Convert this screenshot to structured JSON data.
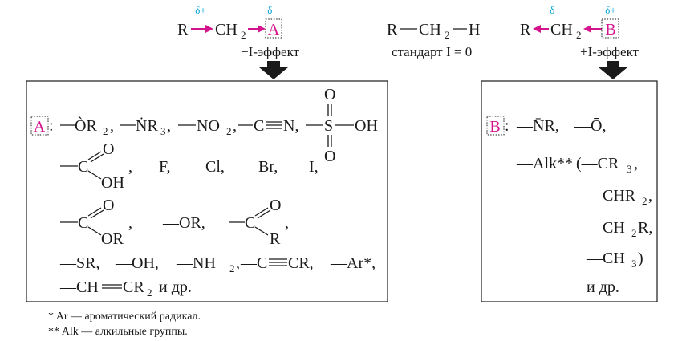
{
  "header": {
    "delta_plus": "δ+",
    "delta_minus": "δ−",
    "group_R": "R",
    "group_CH2": "CH",
    "sub_2": "2",
    "group_H": "H",
    "label_A": "A",
    "label_B": "B",
    "effect_minus": "−I-эффект",
    "effect_plus": "+I-эффект",
    "standard": "стандарт I = 0"
  },
  "box_a": {
    "row1": {
      "or2": "ÒR",
      "nr3": "ṄR",
      "sub_3": "3",
      "no2": "NO",
      "cn_c": "C",
      "cn_n": "N,",
      "s": "S",
      "oh": "OH",
      "o": "O"
    },
    "row2": {
      "c": "C",
      "o": "O",
      "oh": "OH",
      "halides": [
        "—F,",
        "—Cl,",
        "—Br,",
        "—I,"
      ]
    },
    "row3": {
      "c": "C",
      "o": "O",
      "or": "OR",
      "or_simple": "—OR,",
      "r": "R"
    },
    "row4": [
      "—SR,",
      "—OH,",
      "—NH",
      "—C",
      "CR,",
      "—Ar*,"
    ],
    "row5": {
      "ch": "—CH",
      "cr2": "CR",
      "tail": "и др."
    }
  },
  "box_b": {
    "nr": "—N̄R,",
    "o": "—Ō,",
    "alk": "—Alk**",
    "items": [
      "(—CR",
      "—CHR",
      "—CH",
      "—CH"
    ],
    "tail": "и др."
  },
  "footnotes": [
    "* Ar — ароматический радикал.",
    "** Alk — алкильные группы."
  ],
  "colors": {
    "accent": "#d4148c",
    "caption": "#00a3d6",
    "ink": "#1a1a1a"
  }
}
